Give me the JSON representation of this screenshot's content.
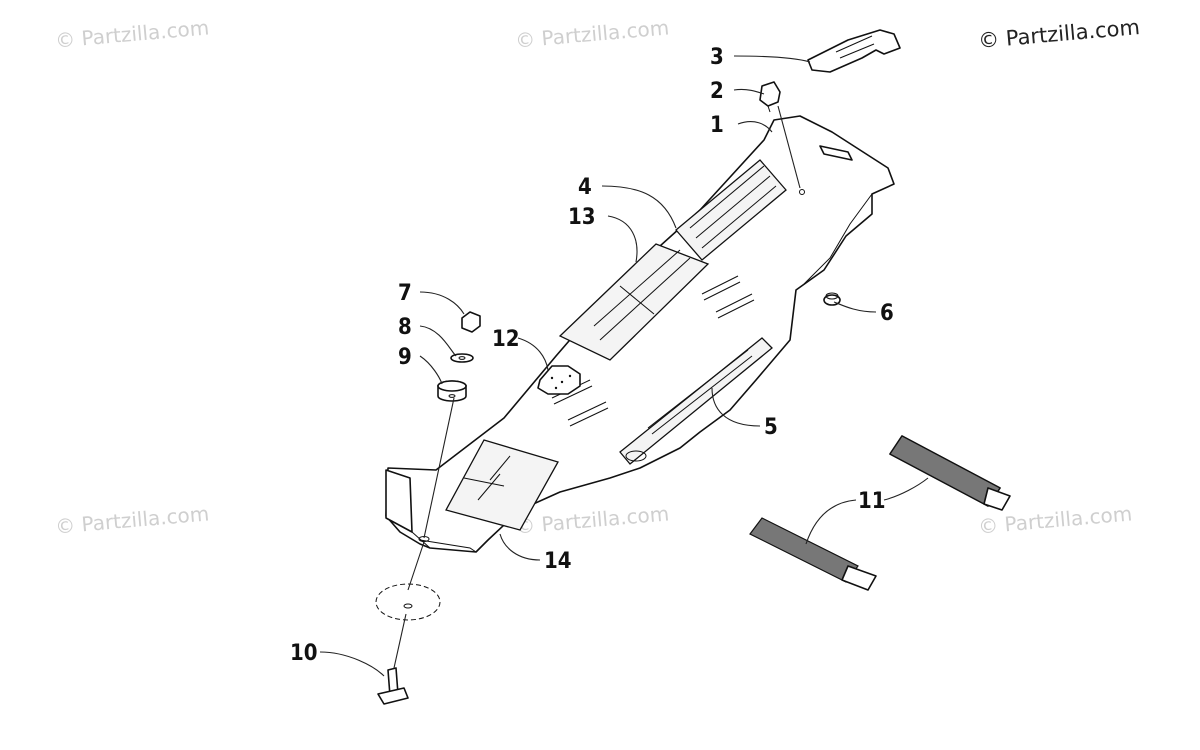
{
  "watermark": {
    "main": "© Partzilla.com",
    "faint": "© Partzilla.com"
  },
  "callouts": [
    "1",
    "2",
    "3",
    "4",
    "5",
    "6",
    "7",
    "8",
    "9",
    "10",
    "11",
    "12",
    "13",
    "14"
  ]
}
